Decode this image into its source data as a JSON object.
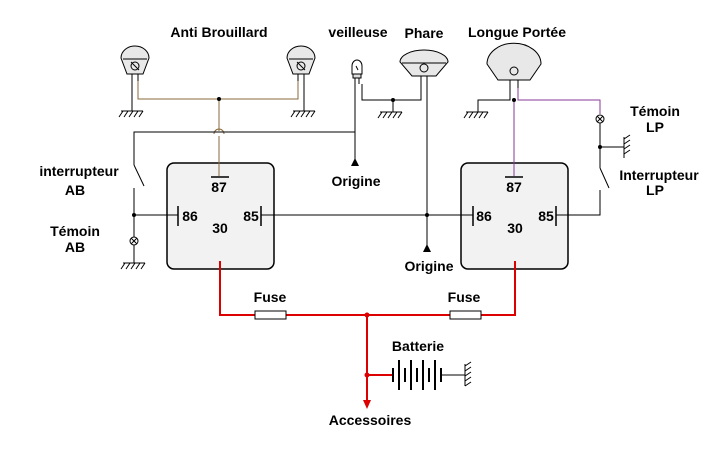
{
  "labels": {
    "anti_brouillard": "Anti Brouillard",
    "veilleuse": "veilleuse",
    "phare": "Phare",
    "longue_portee": "Longue Portée",
    "temoin_lp": [
      "Témoin",
      "LP"
    ],
    "interrupteur_lp": [
      "Interrupteur",
      "LP"
    ],
    "interrupteur_ab": [
      "interrupteur",
      "AB"
    ],
    "temoin_ab": [
      "Témoin",
      "AB"
    ],
    "origine_1": "Origine",
    "origine_2": "Origine",
    "fuse_left": "Fuse",
    "fuse_right": "Fuse",
    "batterie": "Batterie",
    "accessoires": "Accessoires"
  },
  "relay_left": {
    "pin_87": "87",
    "pin_86": "86",
    "pin_85": "85",
    "pin_30": "30"
  },
  "relay_right": {
    "pin_87": "87",
    "pin_86": "86",
    "pin_85": "85",
    "pin_30": "30"
  },
  "colors": {
    "power_wire": "#dd0000",
    "fog_wire": "#8b6a3a",
    "high_beam_wire": "#8a3a9a",
    "wire": "#000000",
    "relay_fill": "#f2f2f2"
  }
}
